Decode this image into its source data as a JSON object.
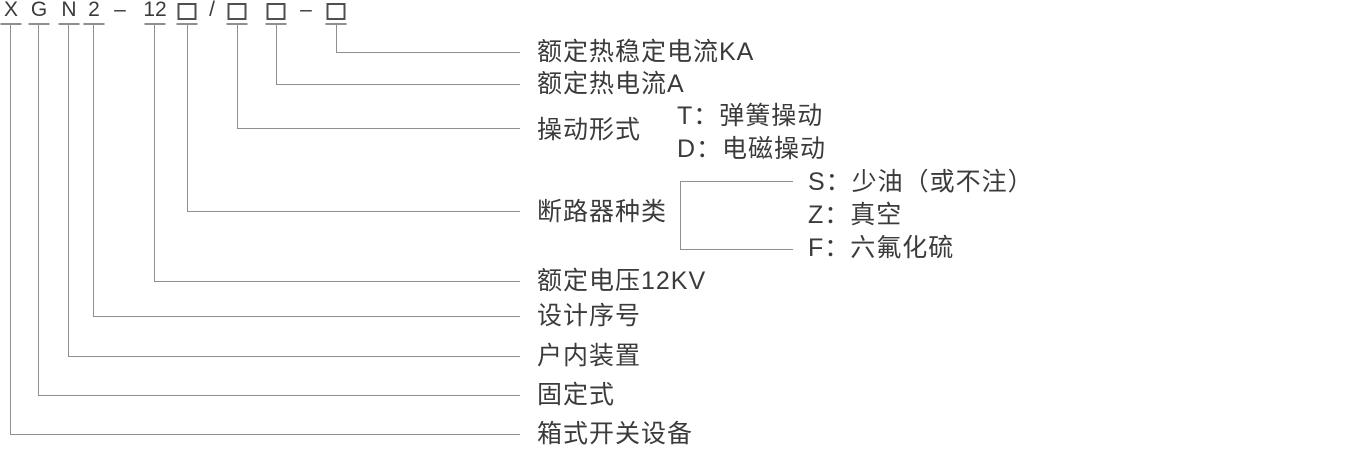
{
  "model_code": {
    "display": "XGN2-12□/□□-□",
    "parts": [
      "X",
      "G",
      "N",
      "2",
      "–",
      "12",
      "□",
      "/",
      "□",
      "□",
      "–",
      "□"
    ]
  },
  "legend": [
    {
      "id": "rated-thermal-stability-current",
      "label": "额定热稳定电流KA"
    },
    {
      "id": "rated-thermal-current",
      "label": "额定热电流A"
    },
    {
      "id": "operation-type",
      "label": "操动形式",
      "options": [
        "T：弹簧操动",
        "D：电磁操动"
      ]
    },
    {
      "id": "breaker-type",
      "label": "断路器种类",
      "options": [
        "S：少油（或不注）",
        "Z：真空",
        "F：六氟化硫"
      ]
    },
    {
      "id": "rated-voltage",
      "label": "额定电压12KV"
    },
    {
      "id": "design-serial-number",
      "label": "设计序号"
    },
    {
      "id": "indoor-installation",
      "label": "户内装置"
    },
    {
      "id": "fixed-type",
      "label": "固定式"
    },
    {
      "id": "box-type-switchgear",
      "label": "箱式开关设备"
    }
  ],
  "colors": {
    "line": "#8f8f8f",
    "text": "#3b3b3b",
    "background": "#ffffff"
  }
}
